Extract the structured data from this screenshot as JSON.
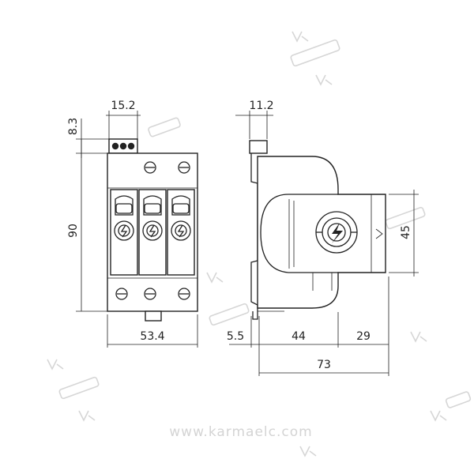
{
  "dimensions": {
    "front_top_width": "15.2",
    "front_top_height": "8.3",
    "front_height": "90",
    "front_width": "53.4",
    "side_top_width": "11.2",
    "side_height": "45",
    "side_offset": "5.5",
    "side_depth_a": "44",
    "side_depth_b": "29",
    "side_total": "73"
  },
  "watermark": {
    "url": "www.karmaelc.com"
  }
}
